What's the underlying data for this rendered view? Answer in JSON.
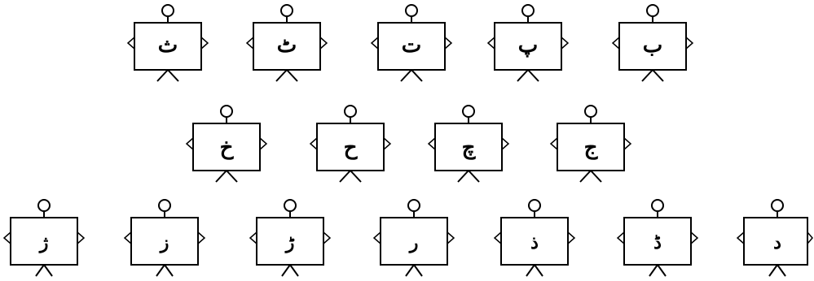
{
  "figure": {
    "stroke_color": "#000000",
    "background": "#ffffff",
    "rows": [
      {
        "cards": [
          {
            "letter": "ث"
          },
          {
            "letter": "ٹ"
          },
          {
            "letter": "ت"
          },
          {
            "letter": "پ"
          },
          {
            "letter": "ب"
          }
        ]
      },
      {
        "cards": [
          {
            "letter": "خ"
          },
          {
            "letter": "ح"
          },
          {
            "letter": "چ"
          },
          {
            "letter": "ج"
          }
        ]
      },
      {
        "cards": [
          {
            "letter": "ژ"
          },
          {
            "letter": "ز"
          },
          {
            "letter": "ڑ"
          },
          {
            "letter": "ر"
          },
          {
            "letter": "ذ"
          },
          {
            "letter": "ڈ"
          },
          {
            "letter": "د"
          }
        ]
      }
    ]
  }
}
